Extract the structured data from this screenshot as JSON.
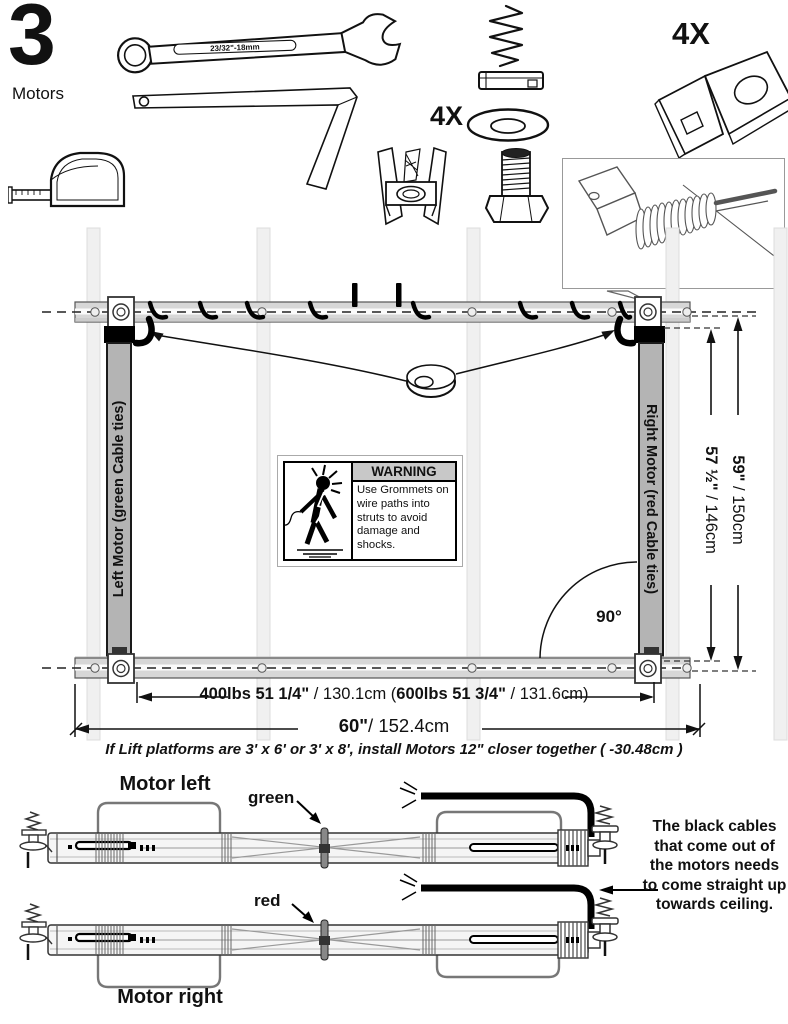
{
  "step": {
    "number": "3",
    "label": "Motors"
  },
  "tools": {
    "wrench_label": "23/32\"-18mm",
    "washer_qty": "4X",
    "bracket_qty": "4X"
  },
  "diagram": {
    "left_motor": "Left Motor (green Cable ties)",
    "right_motor": "Right Motor (red Cable ties)",
    "warning": {
      "title": "WARNING",
      "body": "Use Grommets on wire paths into struts to avoid damage and shocks."
    },
    "angle": "90°",
    "dim_outer_bold": "59\"",
    "dim_outer_rest": " / 150cm",
    "dim_inner_bold": "57 ½\"",
    "dim_inner_rest": " / 146cm",
    "dim_motor_bold1": "400lbs 51 1/4\"",
    "dim_motor_reg1": " / 130.1cm (",
    "dim_motor_bold2": "600lbs 51 3/4\"",
    "dim_motor_reg2": " / 131.6cm)",
    "dim_total_bold": "60\"",
    "dim_total_rest": "/ 152.4cm",
    "note": "If Lift platforms are 3' x 6' or 3' x 8',  install Motors 12\" closer together ( -30.48cm )"
  },
  "bottom": {
    "motor_left": "Motor left",
    "motor_right": "Motor right",
    "green": "green",
    "red": "red",
    "cable_note": "The black cables that come out of the motors needs to come straight up towards ceiling."
  },
  "colors": {
    "motor_fill": "#b4b4b4",
    "strut_fill": "#d7d7d7",
    "stud_fill": "#f0f0f0",
    "warning_header_bg": "#c8c8c8",
    "cable": "#000000"
  }
}
